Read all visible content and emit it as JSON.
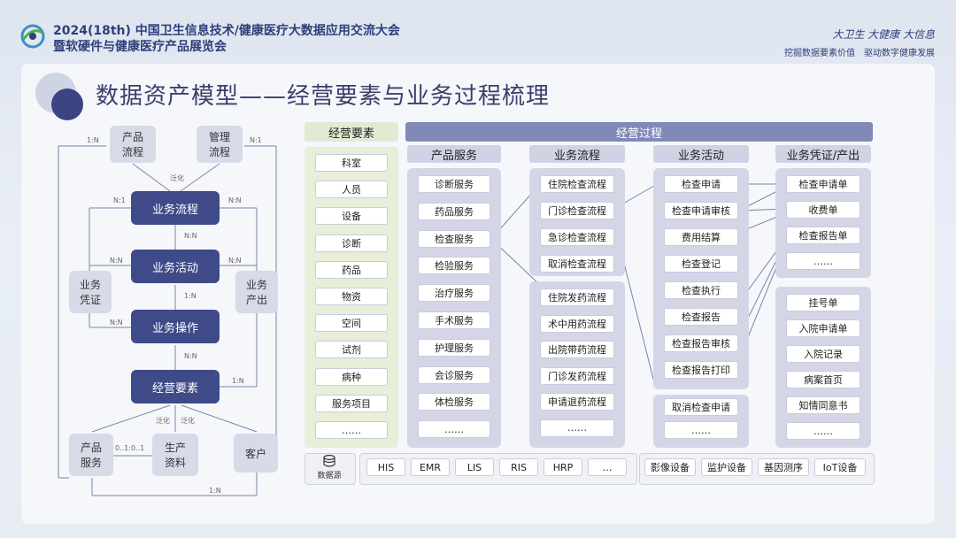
{
  "header": {
    "title_line1": "2024(18th) 中国卫生信息技术/健康医疗大数据应用交流大会",
    "title_line2": "暨软硬件与健康医疗产品展览会",
    "slogan": "大卫生 大健康 大信息",
    "sub_slogan": "挖掘数据要素价值　驱动数字健康发展"
  },
  "page_title": "数据资产模型——经营要素与业务过程梳理",
  "left_diagram": {
    "product_flow": "产品\n流程",
    "mgmt_flow": "管理\n流程",
    "business_flow": "业务流程",
    "business_activity": "业务活动",
    "business_operation": "业务操作",
    "business_elements": "经营要素",
    "business_voucher": "业务\n凭证",
    "business_output": "业务\n产出",
    "product_service": "产品\n服务",
    "production_material": "生产\n资料",
    "customer": "客户",
    "labels": {
      "generalize": "泛化",
      "n1": "N:1",
      "nn": "N:N",
      "n1b": "1:N",
      "ratio": "0..1:0..1"
    }
  },
  "columns": {
    "elements_header": "经营要素",
    "process_header": "经营过程",
    "product_header": "产品服务",
    "flow_header": "业务流程",
    "activity_header": "业务活动",
    "voucher_header": "业务凭证/产出"
  },
  "elements": [
    "科室",
    "人员",
    "设备",
    "诊断",
    "药品",
    "物资",
    "空间",
    "试剂",
    "病种",
    "服务项目",
    "……"
  ],
  "products": [
    "诊断服务",
    "药品服务",
    "检查服务",
    "检验服务",
    "治疗服务",
    "手术服务",
    "护理服务",
    "会诊服务",
    "体检服务",
    "……"
  ],
  "flows_group1": [
    "住院检查流程",
    "门诊检查流程",
    "急诊检查流程",
    "取消检查流程"
  ],
  "flows_group2": [
    "住院发药流程",
    "术中用药流程",
    "出院带药流程",
    "门诊发药流程",
    "申请退药流程",
    "……"
  ],
  "activities_group1": [
    "检查申请",
    "检查申请审核",
    "费用结算",
    "检查登记",
    "检查执行",
    "检查报告",
    "检查报告审核",
    "检查报告打印"
  ],
  "activities_group2": [
    "取消检查申请",
    "……"
  ],
  "vouchers_group1": [
    "检查申请单",
    "收费单",
    "检查报告单",
    "……"
  ],
  "vouchers_group2": [
    "挂号单",
    "入院申请单",
    "入院记录",
    "病案首页",
    "知情同意书",
    "……"
  ],
  "datasource": {
    "label": "数据源",
    "systems": [
      "HIS",
      "EMR",
      "LIS",
      "RIS",
      "HRP",
      "…"
    ],
    "devices": [
      "影像设备",
      "监护设备",
      "基因测序",
      "IoT设备"
    ]
  }
}
